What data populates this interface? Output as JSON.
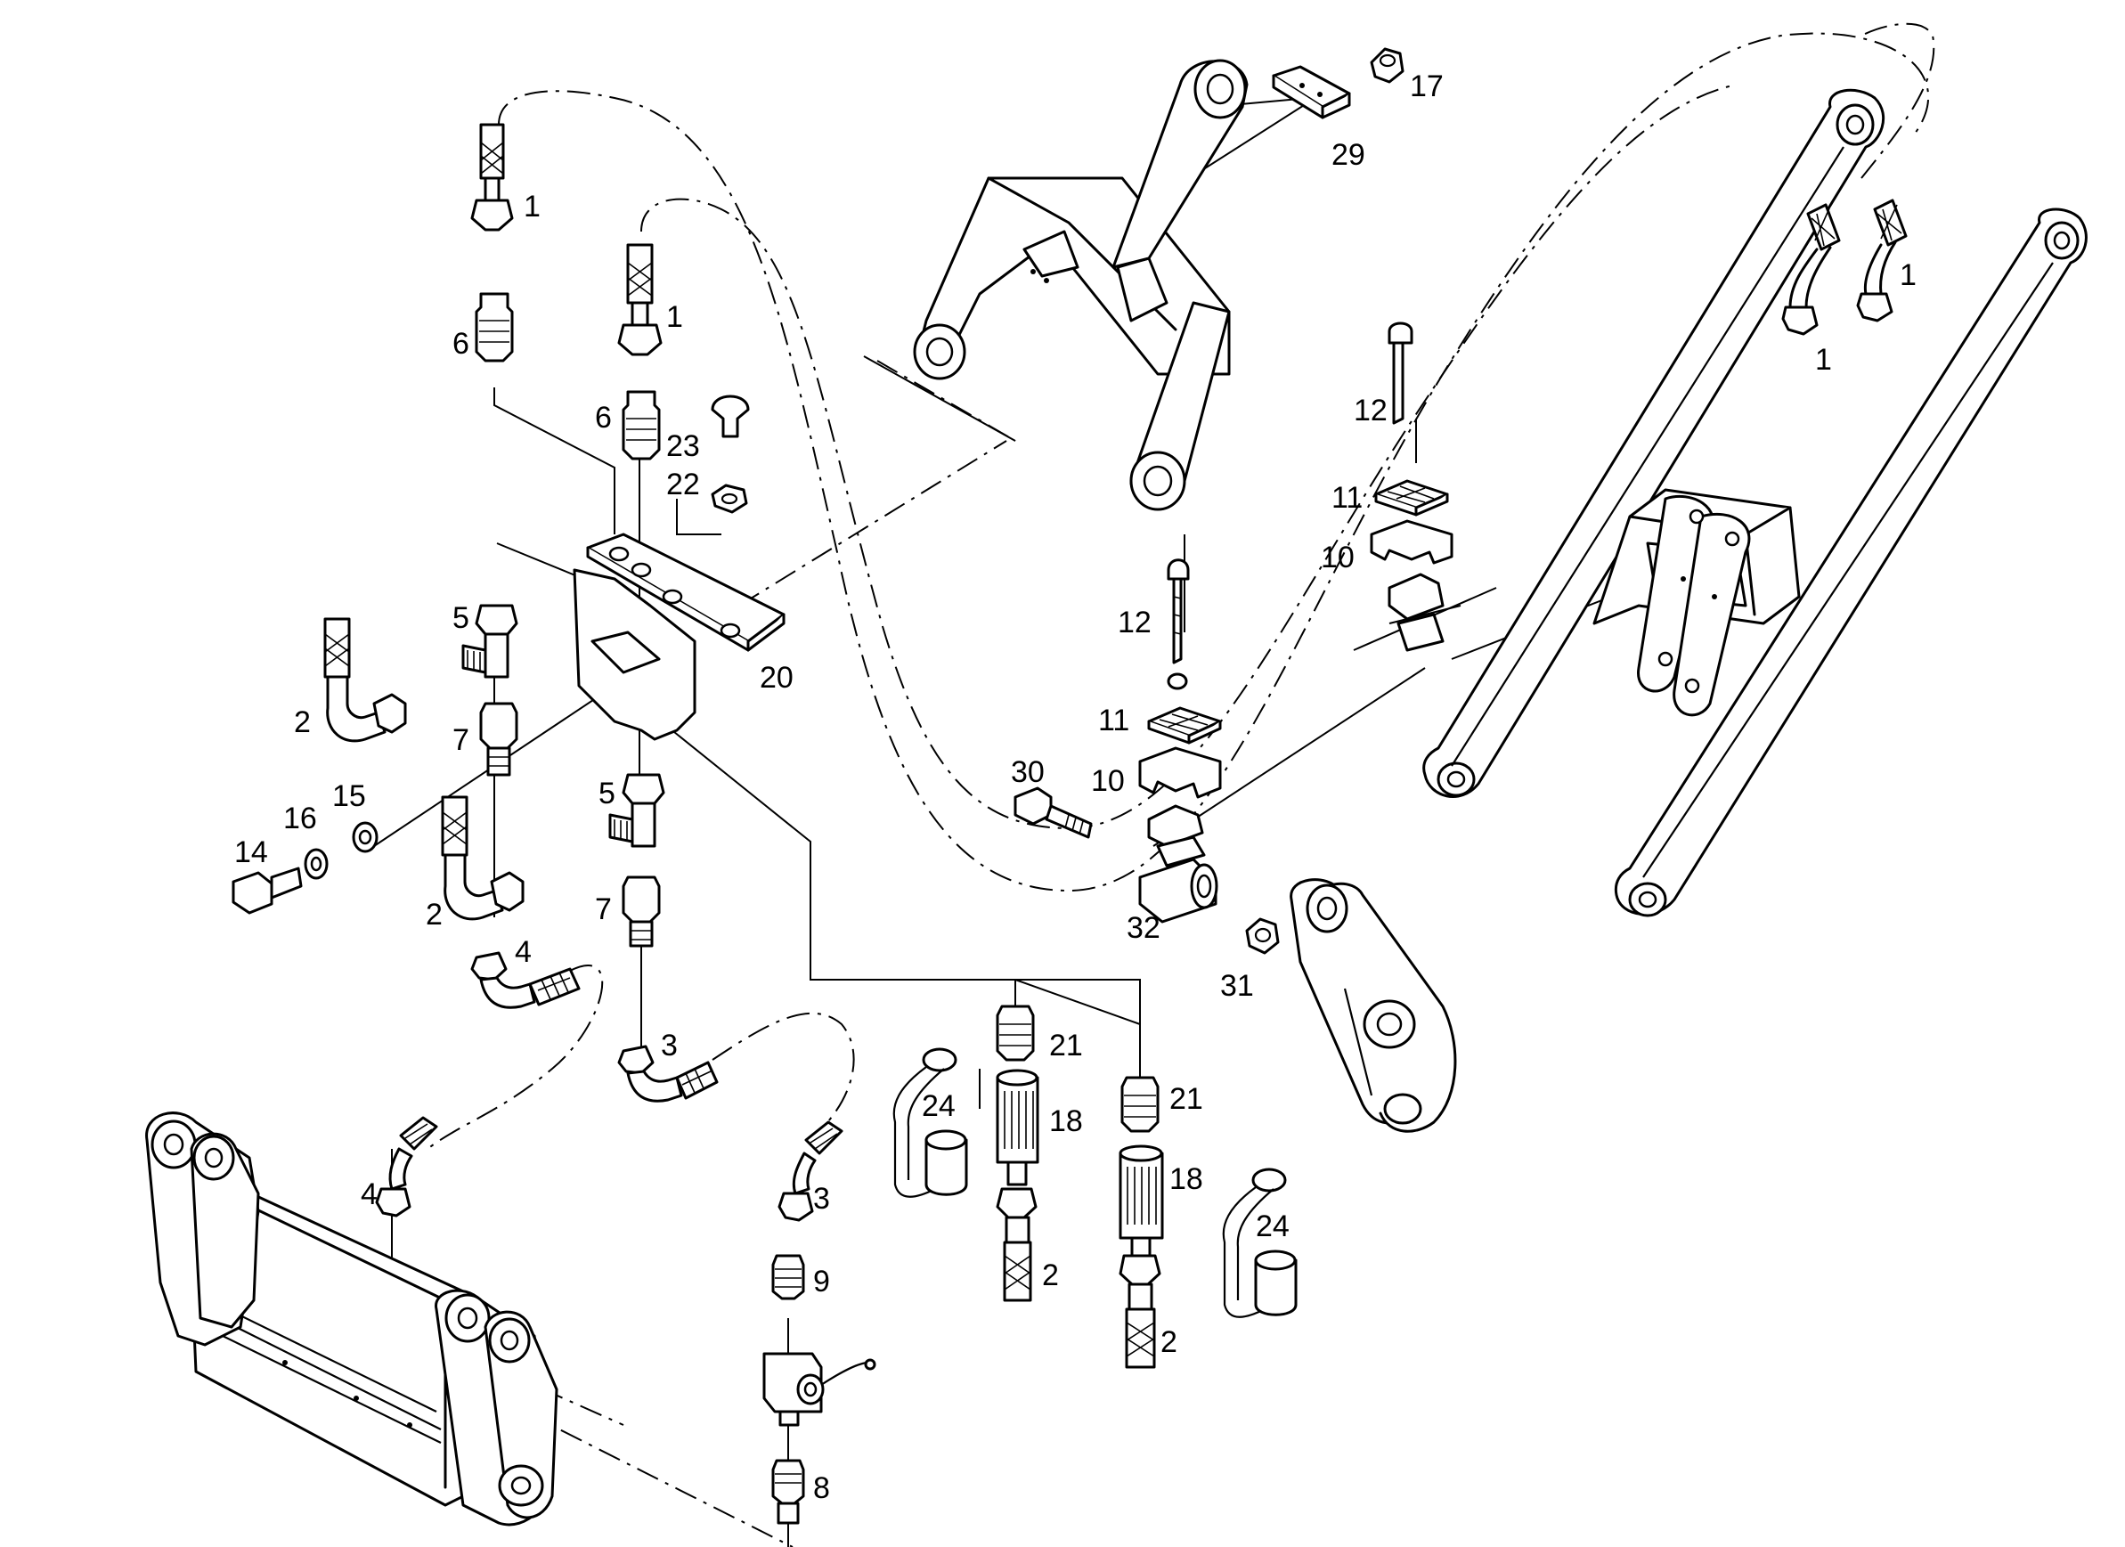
{
  "diagram": {
    "callouts": [
      {
        "id": "1",
        "label": "1"
      },
      {
        "id": "2",
        "label": "2"
      },
      {
        "id": "3",
        "label": "3"
      },
      {
        "id": "4",
        "label": "4"
      },
      {
        "id": "5",
        "label": "5"
      },
      {
        "id": "6",
        "label": "6"
      },
      {
        "id": "7",
        "label": "7"
      },
      {
        "id": "8",
        "label": "8"
      },
      {
        "id": "9",
        "label": "9"
      },
      {
        "id": "10",
        "label": "10"
      },
      {
        "id": "11",
        "label": "11"
      },
      {
        "id": "12",
        "label": "12"
      },
      {
        "id": "14",
        "label": "14"
      },
      {
        "id": "15",
        "label": "15"
      },
      {
        "id": "16",
        "label": "16"
      },
      {
        "id": "17",
        "label": "17"
      },
      {
        "id": "18",
        "label": "18"
      },
      {
        "id": "20",
        "label": "20"
      },
      {
        "id": "21",
        "label": "21"
      },
      {
        "id": "22",
        "label": "22"
      },
      {
        "id": "23",
        "label": "23"
      },
      {
        "id": "24",
        "label": "24"
      },
      {
        "id": "29",
        "label": "29"
      },
      {
        "id": "30",
        "label": "30"
      },
      {
        "id": "31",
        "label": "31"
      },
      {
        "id": "32",
        "label": "32"
      }
    ]
  }
}
